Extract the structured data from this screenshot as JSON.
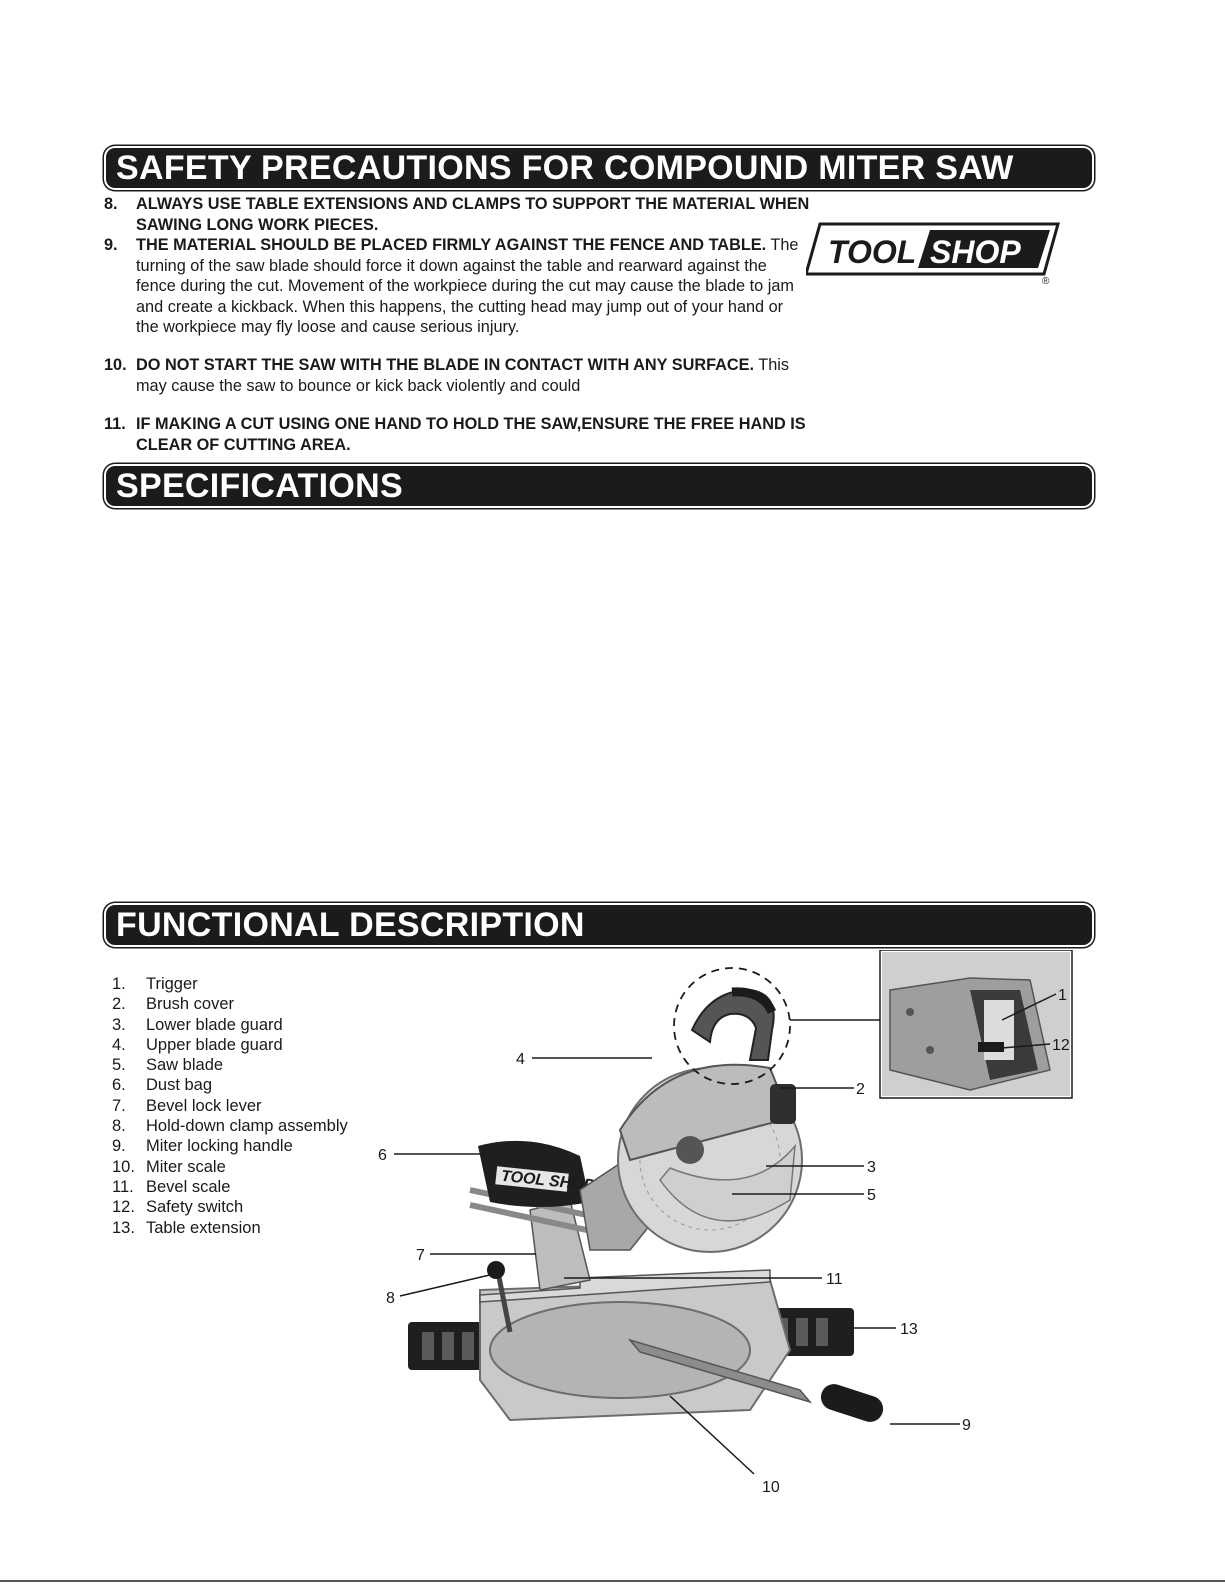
{
  "sections": {
    "safety_title": "SAFETY PRECAUTIONS FOR COMPOUND MITER SAW",
    "specs_title": "SPECIFICATIONS",
    "functional_title": "FUNCTIONAL DESCRIPTION"
  },
  "rules": [
    {
      "num": "8.",
      "bold": "ALWAYS USE TABLE EXTENSIONS AND CLAMPS TO SUPPORT THE MATERIAL WHEN SAWING LONG WORK PIECES.",
      "text": ""
    },
    {
      "num": "9.",
      "bold": "THE MATERIAL SHOULD BE PLACED FIRMLY AGAINST THE FENCE AND TABLE.",
      "text": " The turning of the saw blade should force it down against the table and rearward against the fence during the cut.  Movement of the workpiece during the cut may cause the blade to jam and create a kickback. When this happens, the cutting head may jump out of your hand or the workpiece may fly loose and cause serious injury."
    },
    {
      "num": "10.",
      "bold": "DO NOT START THE SAW WITH THE BLADE IN CONTACT WITH ANY SURFACE.",
      "text": " This may cause the saw to bounce or kick back violently and could"
    },
    {
      "num": "11.",
      "bold": "IF MAKING A CUT USING ONE HAND TO HOLD THE SAW,ENSURE THE FREE HAND IS CLEAR OF CUTTING AREA.",
      "text": ""
    }
  ],
  "logo": {
    "word1": "TOOL",
    "word2": "SHOP",
    "registered": "®"
  },
  "parts": [
    {
      "num": "1.",
      "name": "Trigger"
    },
    {
      "num": "2.",
      "name": "Brush cover"
    },
    {
      "num": "3.",
      "name": "Lower blade guard"
    },
    {
      "num": "4.",
      "name": "Upper blade guard"
    },
    {
      "num": "5.",
      "name": "Saw blade"
    },
    {
      "num": "6.",
      "name": "Dust bag"
    },
    {
      "num": "7.",
      "name": "Bevel lock lever"
    },
    {
      "num": "8.",
      "name": "Hold-down clamp assembly"
    },
    {
      "num": "9.",
      "name": "Miter locking handle"
    },
    {
      "num": "10.",
      "name": "Miter scale"
    },
    {
      "num": "11.",
      "name": "Bevel scale"
    },
    {
      "num": "12.",
      "name": "Safety switch"
    },
    {
      "num": "13.",
      "name": "Table extension"
    }
  ],
  "callouts": [
    "1",
    "2",
    "3",
    "4",
    "5",
    "6",
    "7",
    "8",
    "9",
    "10",
    "11",
    "12",
    "13"
  ],
  "bag_logo": "TOOL SHOP"
}
